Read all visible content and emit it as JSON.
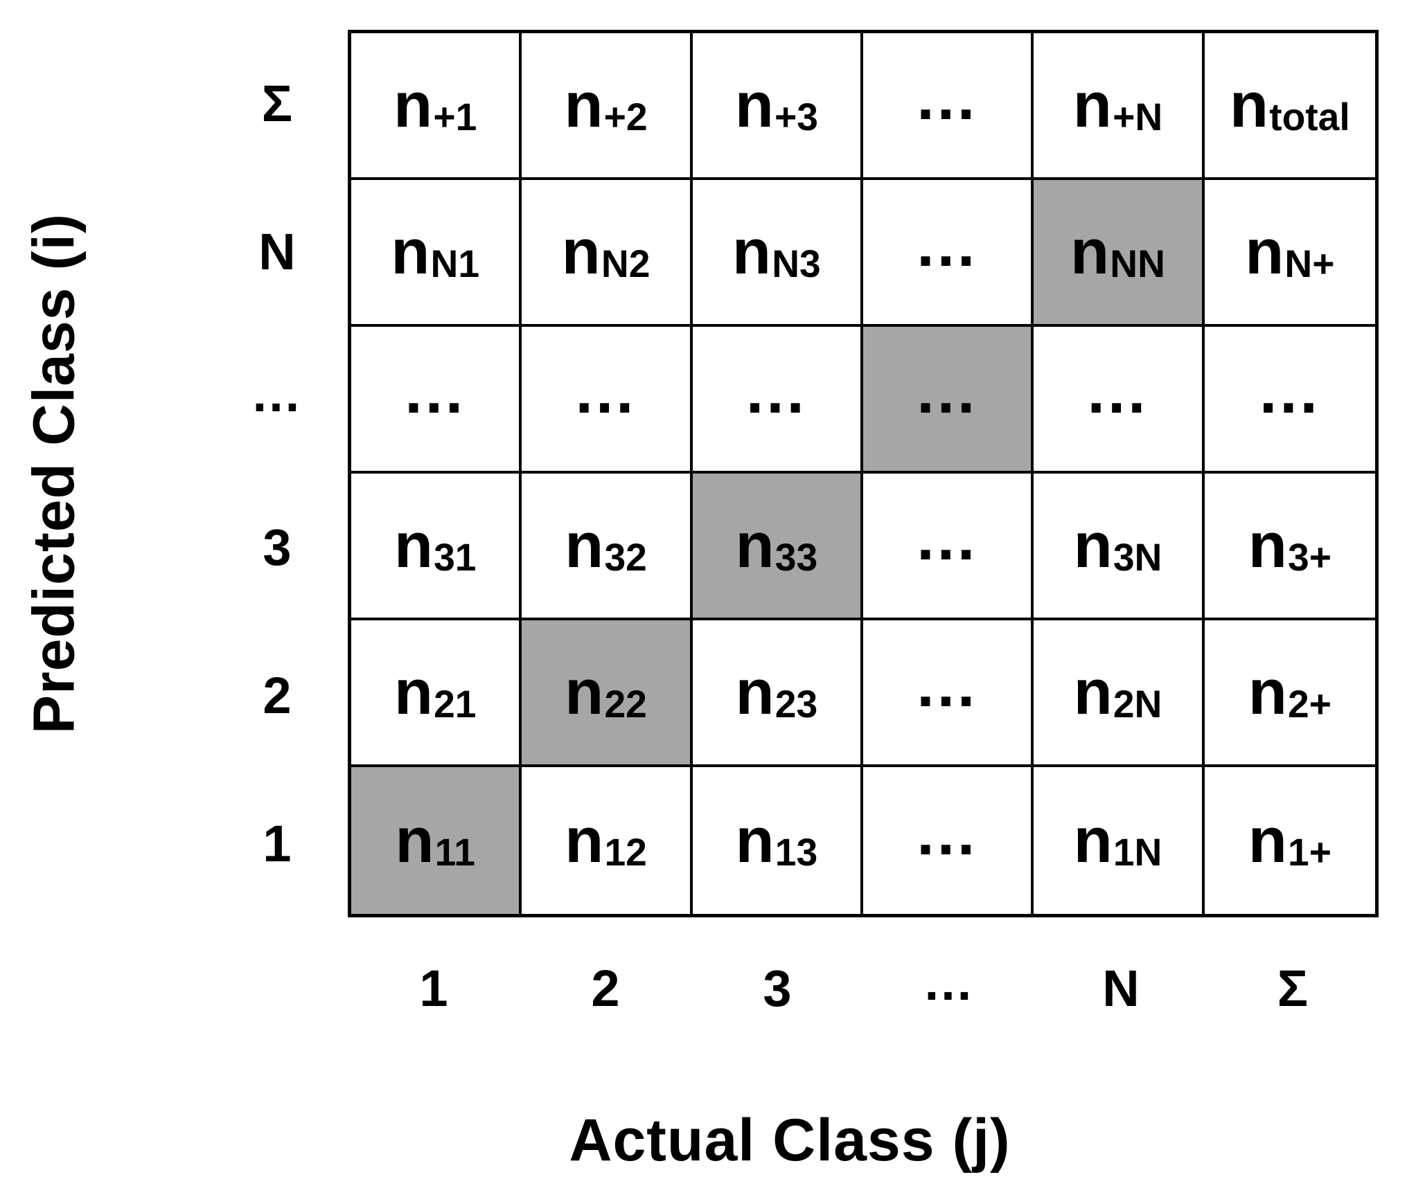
{
  "y_axis_label": "Predicted Class (i)",
  "x_axis_label": "Actual Class (j)",
  "row_labels": [
    "Σ",
    "N",
    "…",
    "3",
    "2",
    "1"
  ],
  "col_labels": [
    "1",
    "2",
    "3",
    "…",
    "N",
    "Σ"
  ],
  "colors": {
    "background": "#ffffff",
    "line": "#000000",
    "text": "#000000",
    "diagonal_fill": "#a6a6a6"
  },
  "matrix": {
    "rows": [
      {
        "label": "Σ",
        "cells": [
          {
            "base": "n",
            "sub": "+1",
            "shaded": false
          },
          {
            "base": "n",
            "sub": "+2",
            "shaded": false
          },
          {
            "base": "n",
            "sub": "+3",
            "shaded": false
          },
          {
            "base": "…",
            "sub": "",
            "shaded": false
          },
          {
            "base": "n",
            "sub": "+N",
            "shaded": false
          },
          {
            "base": "n",
            "sub": "total",
            "shaded": false
          }
        ]
      },
      {
        "label": "N",
        "cells": [
          {
            "base": "n",
            "sub": "N1",
            "shaded": false
          },
          {
            "base": "n",
            "sub": "N2",
            "shaded": false
          },
          {
            "base": "n",
            "sub": "N3",
            "shaded": false
          },
          {
            "base": "…",
            "sub": "",
            "shaded": false
          },
          {
            "base": "n",
            "sub": "NN",
            "shaded": true
          },
          {
            "base": "n",
            "sub": "N+",
            "shaded": false
          }
        ]
      },
      {
        "label": "…",
        "cells": [
          {
            "base": "…",
            "sub": "",
            "shaded": false
          },
          {
            "base": "…",
            "sub": "",
            "shaded": false
          },
          {
            "base": "…",
            "sub": "",
            "shaded": false
          },
          {
            "base": "…",
            "sub": "",
            "shaded": true
          },
          {
            "base": "…",
            "sub": "",
            "shaded": false
          },
          {
            "base": "…",
            "sub": "",
            "shaded": false
          }
        ]
      },
      {
        "label": "3",
        "cells": [
          {
            "base": "n",
            "sub": "31",
            "shaded": false
          },
          {
            "base": "n",
            "sub": "32",
            "shaded": false
          },
          {
            "base": "n",
            "sub": "33",
            "shaded": true
          },
          {
            "base": "…",
            "sub": "",
            "shaded": false
          },
          {
            "base": "n",
            "sub": "3N",
            "shaded": false
          },
          {
            "base": "n",
            "sub": "3+",
            "shaded": false
          }
        ]
      },
      {
        "label": "2",
        "cells": [
          {
            "base": "n",
            "sub": "21",
            "shaded": false
          },
          {
            "base": "n",
            "sub": "22",
            "shaded": true
          },
          {
            "base": "n",
            "sub": "23",
            "shaded": false
          },
          {
            "base": "…",
            "sub": "",
            "shaded": false
          },
          {
            "base": "n",
            "sub": "2N",
            "shaded": false
          },
          {
            "base": "n",
            "sub": "2+",
            "shaded": false
          }
        ]
      },
      {
        "label": "1",
        "cells": [
          {
            "base": "n",
            "sub": "11",
            "shaded": true
          },
          {
            "base": "n",
            "sub": "12",
            "shaded": false
          },
          {
            "base": "n",
            "sub": "13",
            "shaded": false
          },
          {
            "base": "…",
            "sub": "",
            "shaded": false
          },
          {
            "base": "n",
            "sub": "1N",
            "shaded": false
          },
          {
            "base": "n",
            "sub": "1+",
            "shaded": false
          }
        ]
      }
    ]
  }
}
